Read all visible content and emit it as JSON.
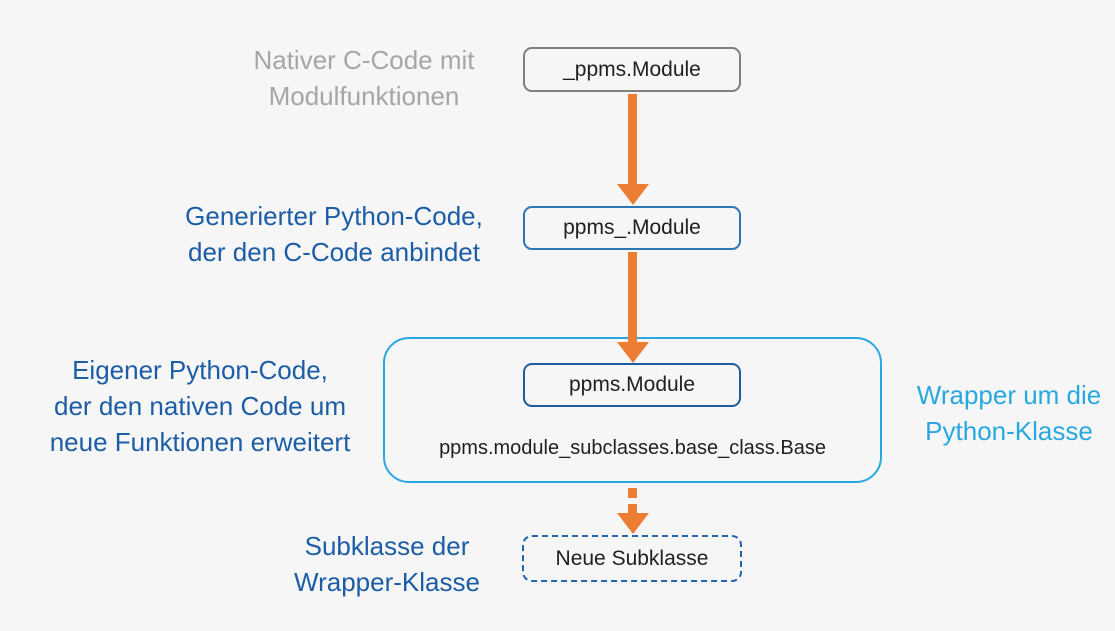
{
  "colors": {
    "background": "#f6f6f6",
    "arrow_orange": "#ec7d33",
    "box_border_gray": "#7f7f7f",
    "box_border_blue": "#2e75b6",
    "box_border_navy": "#1f5c9d",
    "box_border_dashed_blue": "#2165ad",
    "wrapper_border_cyan": "#29a8e0",
    "label_gray": "#a6a6a6",
    "label_blue": "#1c5da6",
    "label_cyan": "#29a8e0",
    "node_text": "#1f1f1f"
  },
  "nodes": {
    "c_module": "_ppms.Module",
    "generated_module": "ppms_.Module",
    "wrapped_module": "ppms.Module",
    "base_class_path": "ppms.module_subclasses.base_class.Base",
    "new_subclass": "Neue Subklasse"
  },
  "labels": {
    "native_c": [
      "Nativer C-Code mit",
      "Modulfunktionen"
    ],
    "generated": [
      "Generierter Python-Code,",
      "der den C-Code anbindet"
    ],
    "own_code": [
      "Eigener Python-Code,",
      "der den nativen Code um",
      "neue Funktionen erweitert"
    ],
    "wrapper": [
      "Wrapper um die",
      "Python-Klasse"
    ],
    "subclass": [
      "Subklasse der",
      "Wrapper-Klasse"
    ]
  }
}
